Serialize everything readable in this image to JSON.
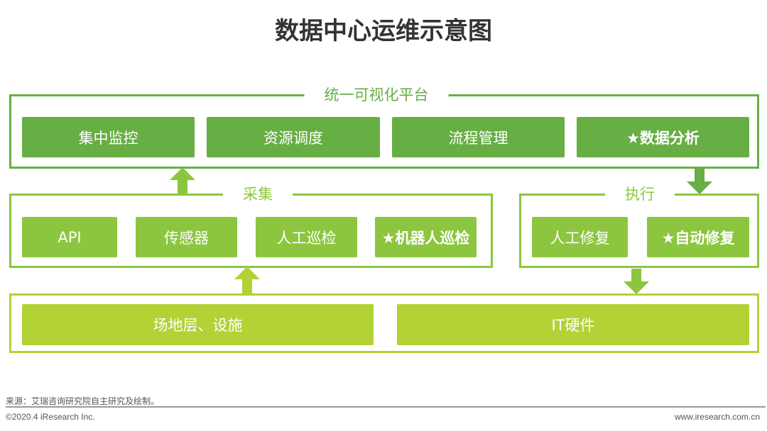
{
  "title": "数据中心运维示意图",
  "colors": {
    "top": "#67ae45",
    "middle": "#8cc63f",
    "bottom": "#b2d235"
  },
  "platform": {
    "label": "统一可视化平台",
    "items": [
      "集中监控",
      "资源调度",
      "流程管理",
      "★数据分析"
    ]
  },
  "collect": {
    "label": "采集",
    "items": [
      "API",
      "传感器",
      "人工巡检",
      "★机器人巡检"
    ]
  },
  "execute": {
    "label": "执行",
    "items": [
      "人工修复",
      "★自动修复"
    ]
  },
  "base": {
    "items": [
      "场地层、设施",
      "IT硬件"
    ]
  },
  "footer": {
    "source": "来源：艾瑞咨询研究院自主研究及绘制。",
    "copyright": "©2020.4 iResearch Inc.",
    "website": "www.iresearch.com.cn"
  }
}
